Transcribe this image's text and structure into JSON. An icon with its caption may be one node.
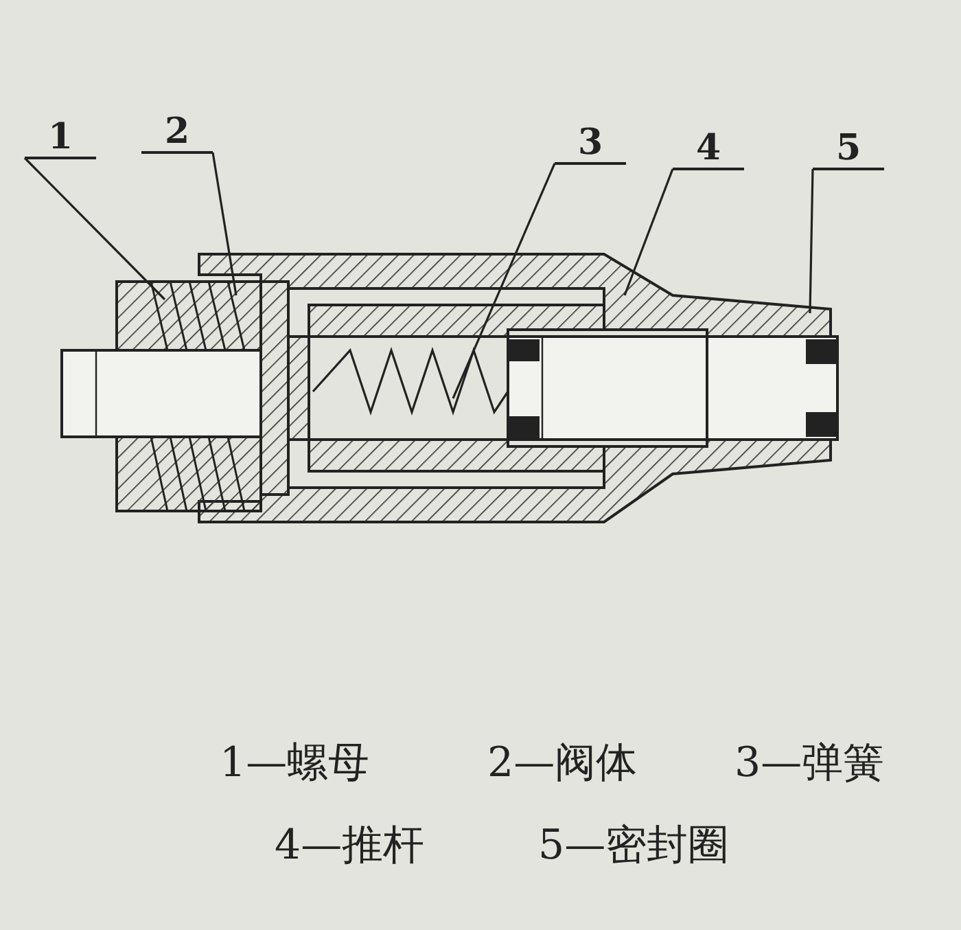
{
  "diagram": {
    "nodes": [
      {
        "text": [
          "1"
        ]
      },
      {
        "text": [
          "2"
        ]
      },
      {
        "text": [
          "3"
        ]
      },
      {
        "text": [
          "4"
        ]
      },
      {
        "text": [
          "5"
        ]
      }
    ],
    "edges": [
      {
        "from": 0,
        "to": null,
        "arrow": "none"
      },
      {
        "from": 1,
        "to": null,
        "arrow": "none"
      },
      {
        "from": 2,
        "to": null,
        "arrow": "none"
      },
      {
        "from": 3,
        "to": null,
        "arrow": "none"
      },
      {
        "from": 4,
        "to": null,
        "arrow": "none"
      }
    ],
    "labels": [
      "1—螺母",
      "2—阀体",
      "3—弹簧",
      "4—推杆",
      "5—密封圈"
    ]
  }
}
